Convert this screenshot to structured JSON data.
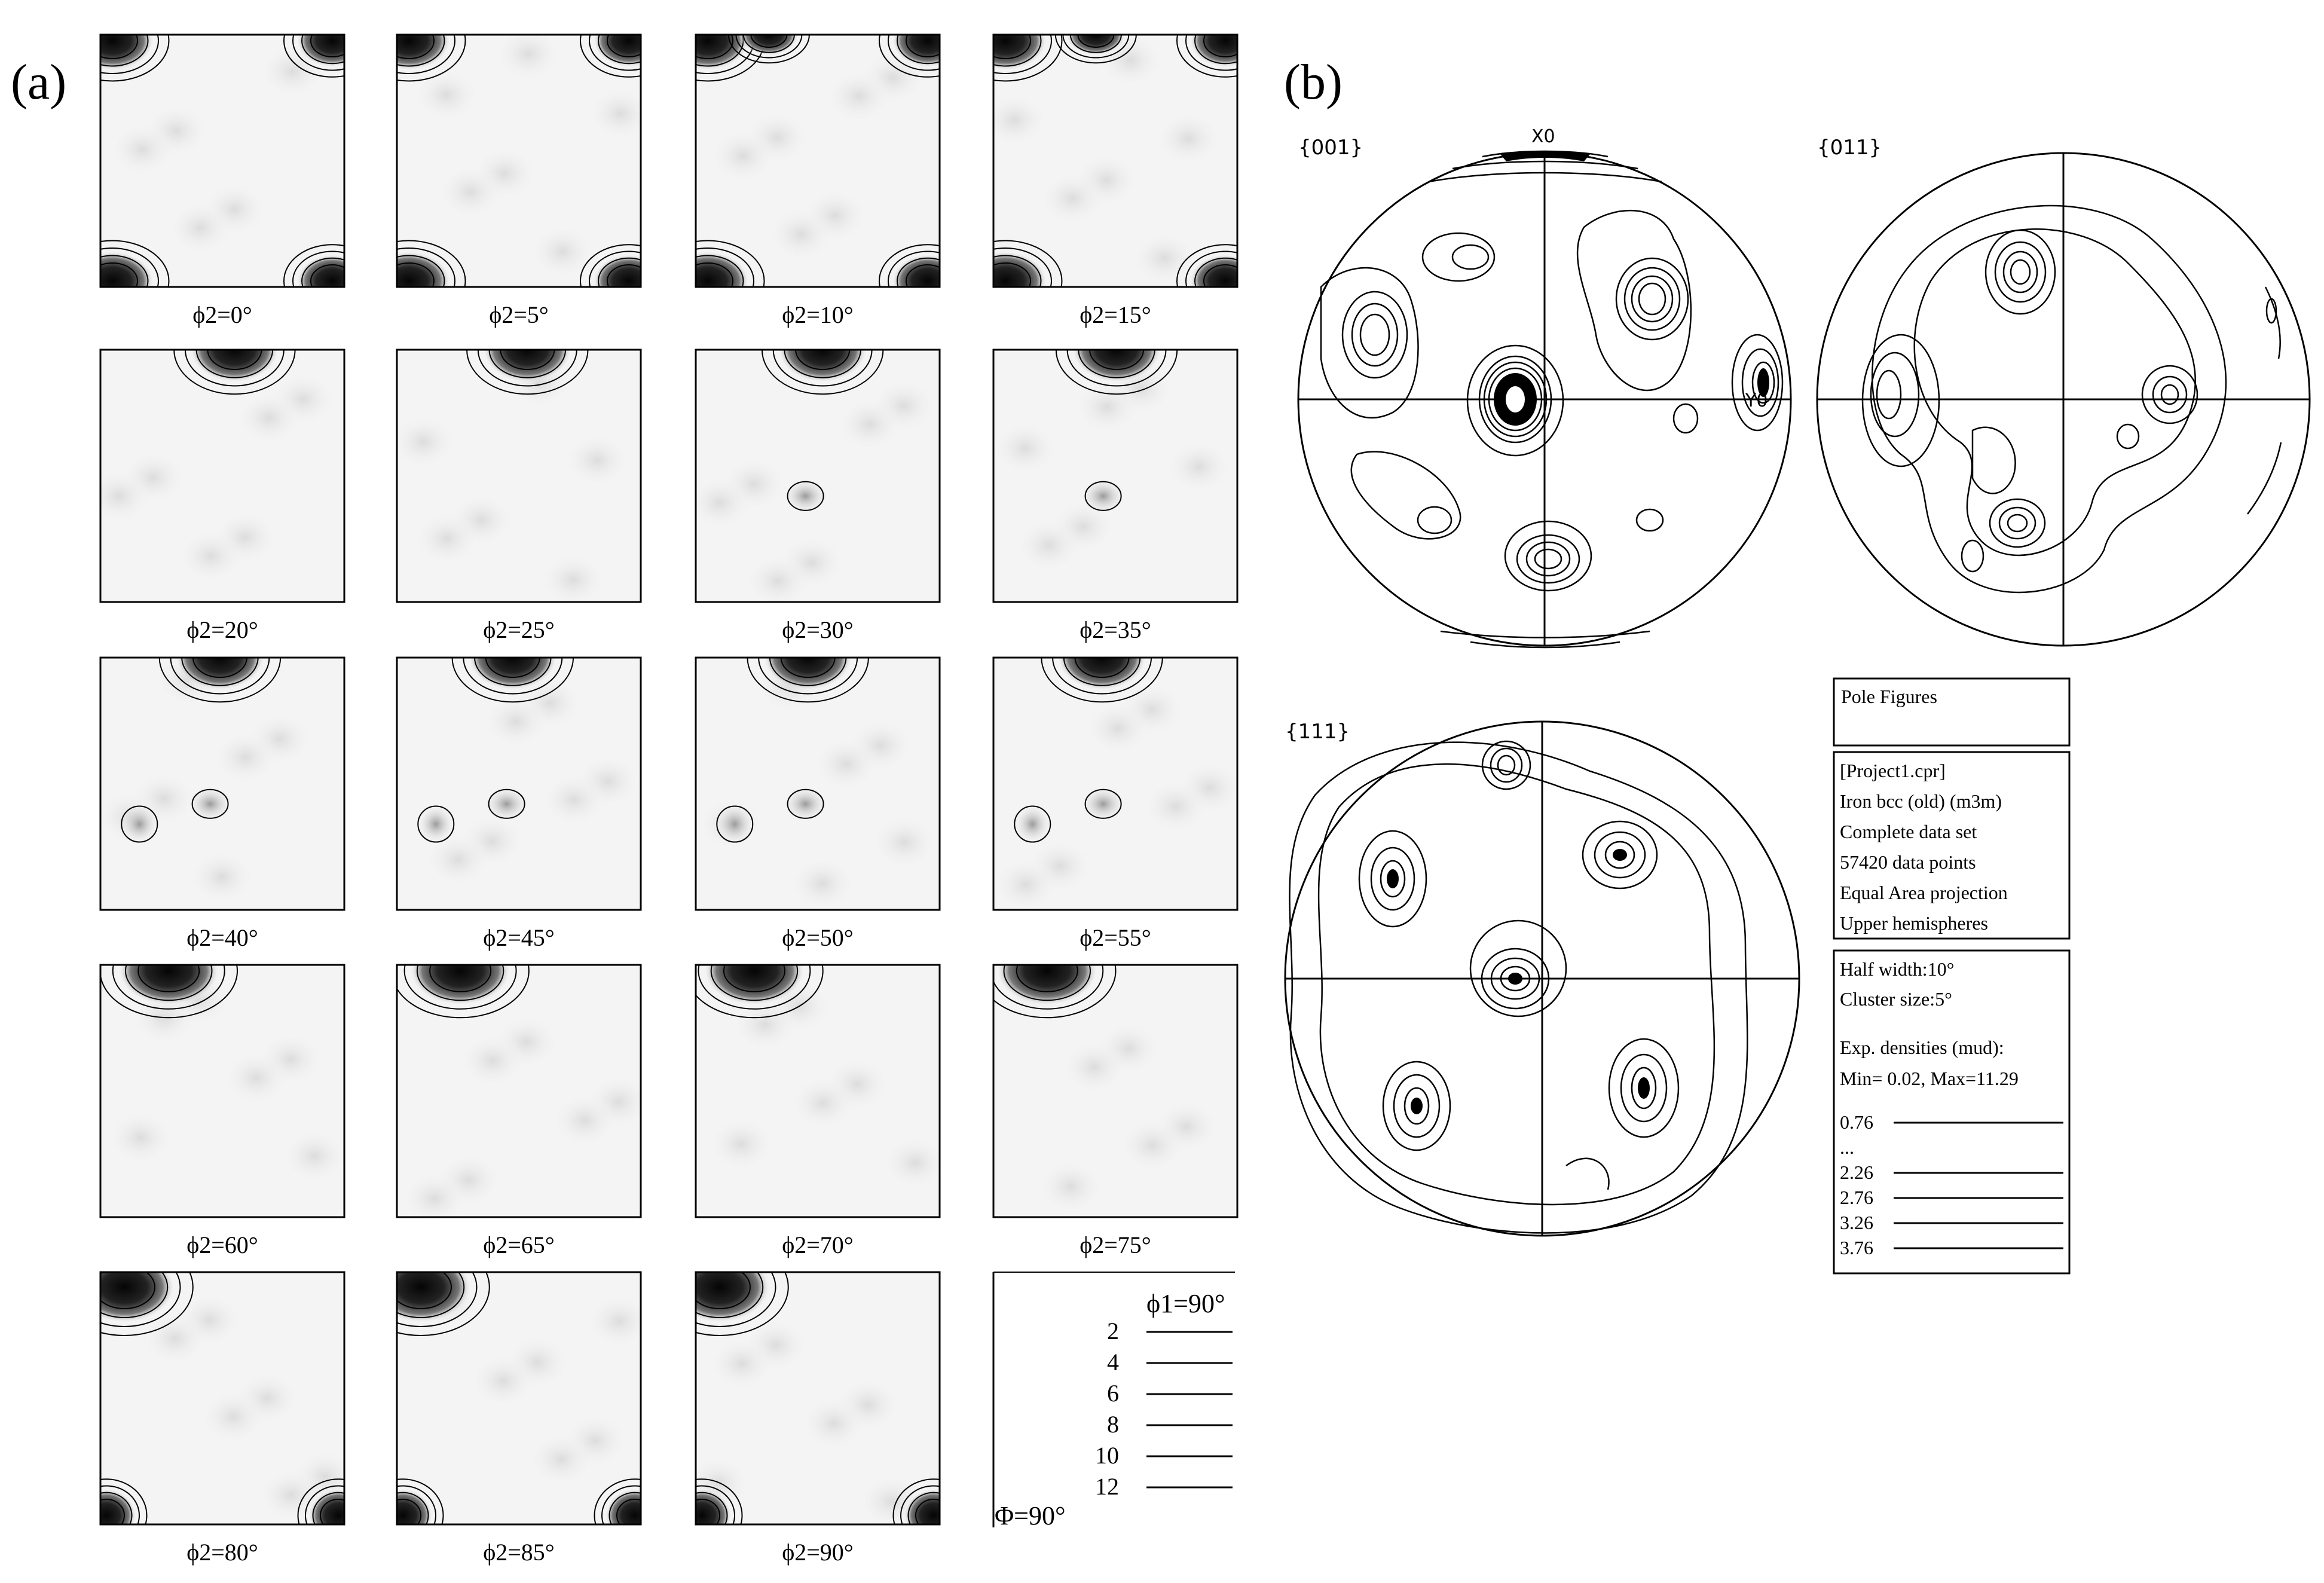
{
  "panel_a": {
    "label": "(a)",
    "sections": [
      {
        "name": "phi2-0",
        "label": "ϕ2=0°"
      },
      {
        "name": "phi2-5",
        "label": "ϕ2=5°"
      },
      {
        "name": "phi2-10",
        "label": "ϕ2=10°"
      },
      {
        "name": "phi2-15",
        "label": "ϕ2=15°"
      },
      {
        "name": "phi2-20",
        "label": "ϕ2=20°"
      },
      {
        "name": "phi2-25",
        "label": "ϕ2=25°"
      },
      {
        "name": "phi2-30",
        "label": "ϕ2=30°"
      },
      {
        "name": "phi2-35",
        "label": "ϕ2=35°"
      },
      {
        "name": "phi2-40",
        "label": "ϕ2=40°"
      },
      {
        "name": "phi2-45",
        "label": "ϕ2=45°"
      },
      {
        "name": "phi2-50",
        "label": "ϕ2=50°"
      },
      {
        "name": "phi2-55",
        "label": "ϕ2=55°"
      },
      {
        "name": "phi2-60",
        "label": "ϕ2=60°"
      },
      {
        "name": "phi2-65",
        "label": "ϕ2=65°"
      },
      {
        "name": "phi2-70",
        "label": "ϕ2=70°"
      },
      {
        "name": "phi2-75",
        "label": "ϕ2=75°"
      },
      {
        "name": "phi2-80",
        "label": "ϕ2=80°"
      },
      {
        "name": "phi2-85",
        "label": "ϕ2=85°"
      },
      {
        "name": "phi2-90",
        "label": "ϕ2=90°"
      }
    ],
    "legend": {
      "phi1_label": "ϕ1=90°",
      "Phi_label": "Φ=90°",
      "levels": [
        "2",
        "4",
        "6",
        "8",
        "10",
        "12"
      ]
    }
  },
  "panel_b": {
    "label": "(b)",
    "pole_figures": [
      {
        "name": "pf-001",
        "title": "{001}",
        "axis_x": "X0",
        "axis_y": "Y0"
      },
      {
        "name": "pf-011",
        "title": "{011}"
      },
      {
        "name": "pf-111",
        "title": "{111}"
      }
    ],
    "info": {
      "title": "Pole Figures",
      "lines": [
        "[Project1.cpr]",
        "Iron bcc (old) (m3m)",
        "Complete data set",
        "57420 data points",
        "Equal Area projection",
        "Upper hemispheres"
      ],
      "settings": [
        "Half width:10°",
        "Cluster size:5°"
      ],
      "densities_title": "Exp. densities (mud):",
      "densities_range": "Min= 0.02, Max=11.29",
      "levels": [
        "0.76",
        "...",
        "2.26",
        "2.76",
        "3.26",
        "3.76"
      ]
    }
  }
}
